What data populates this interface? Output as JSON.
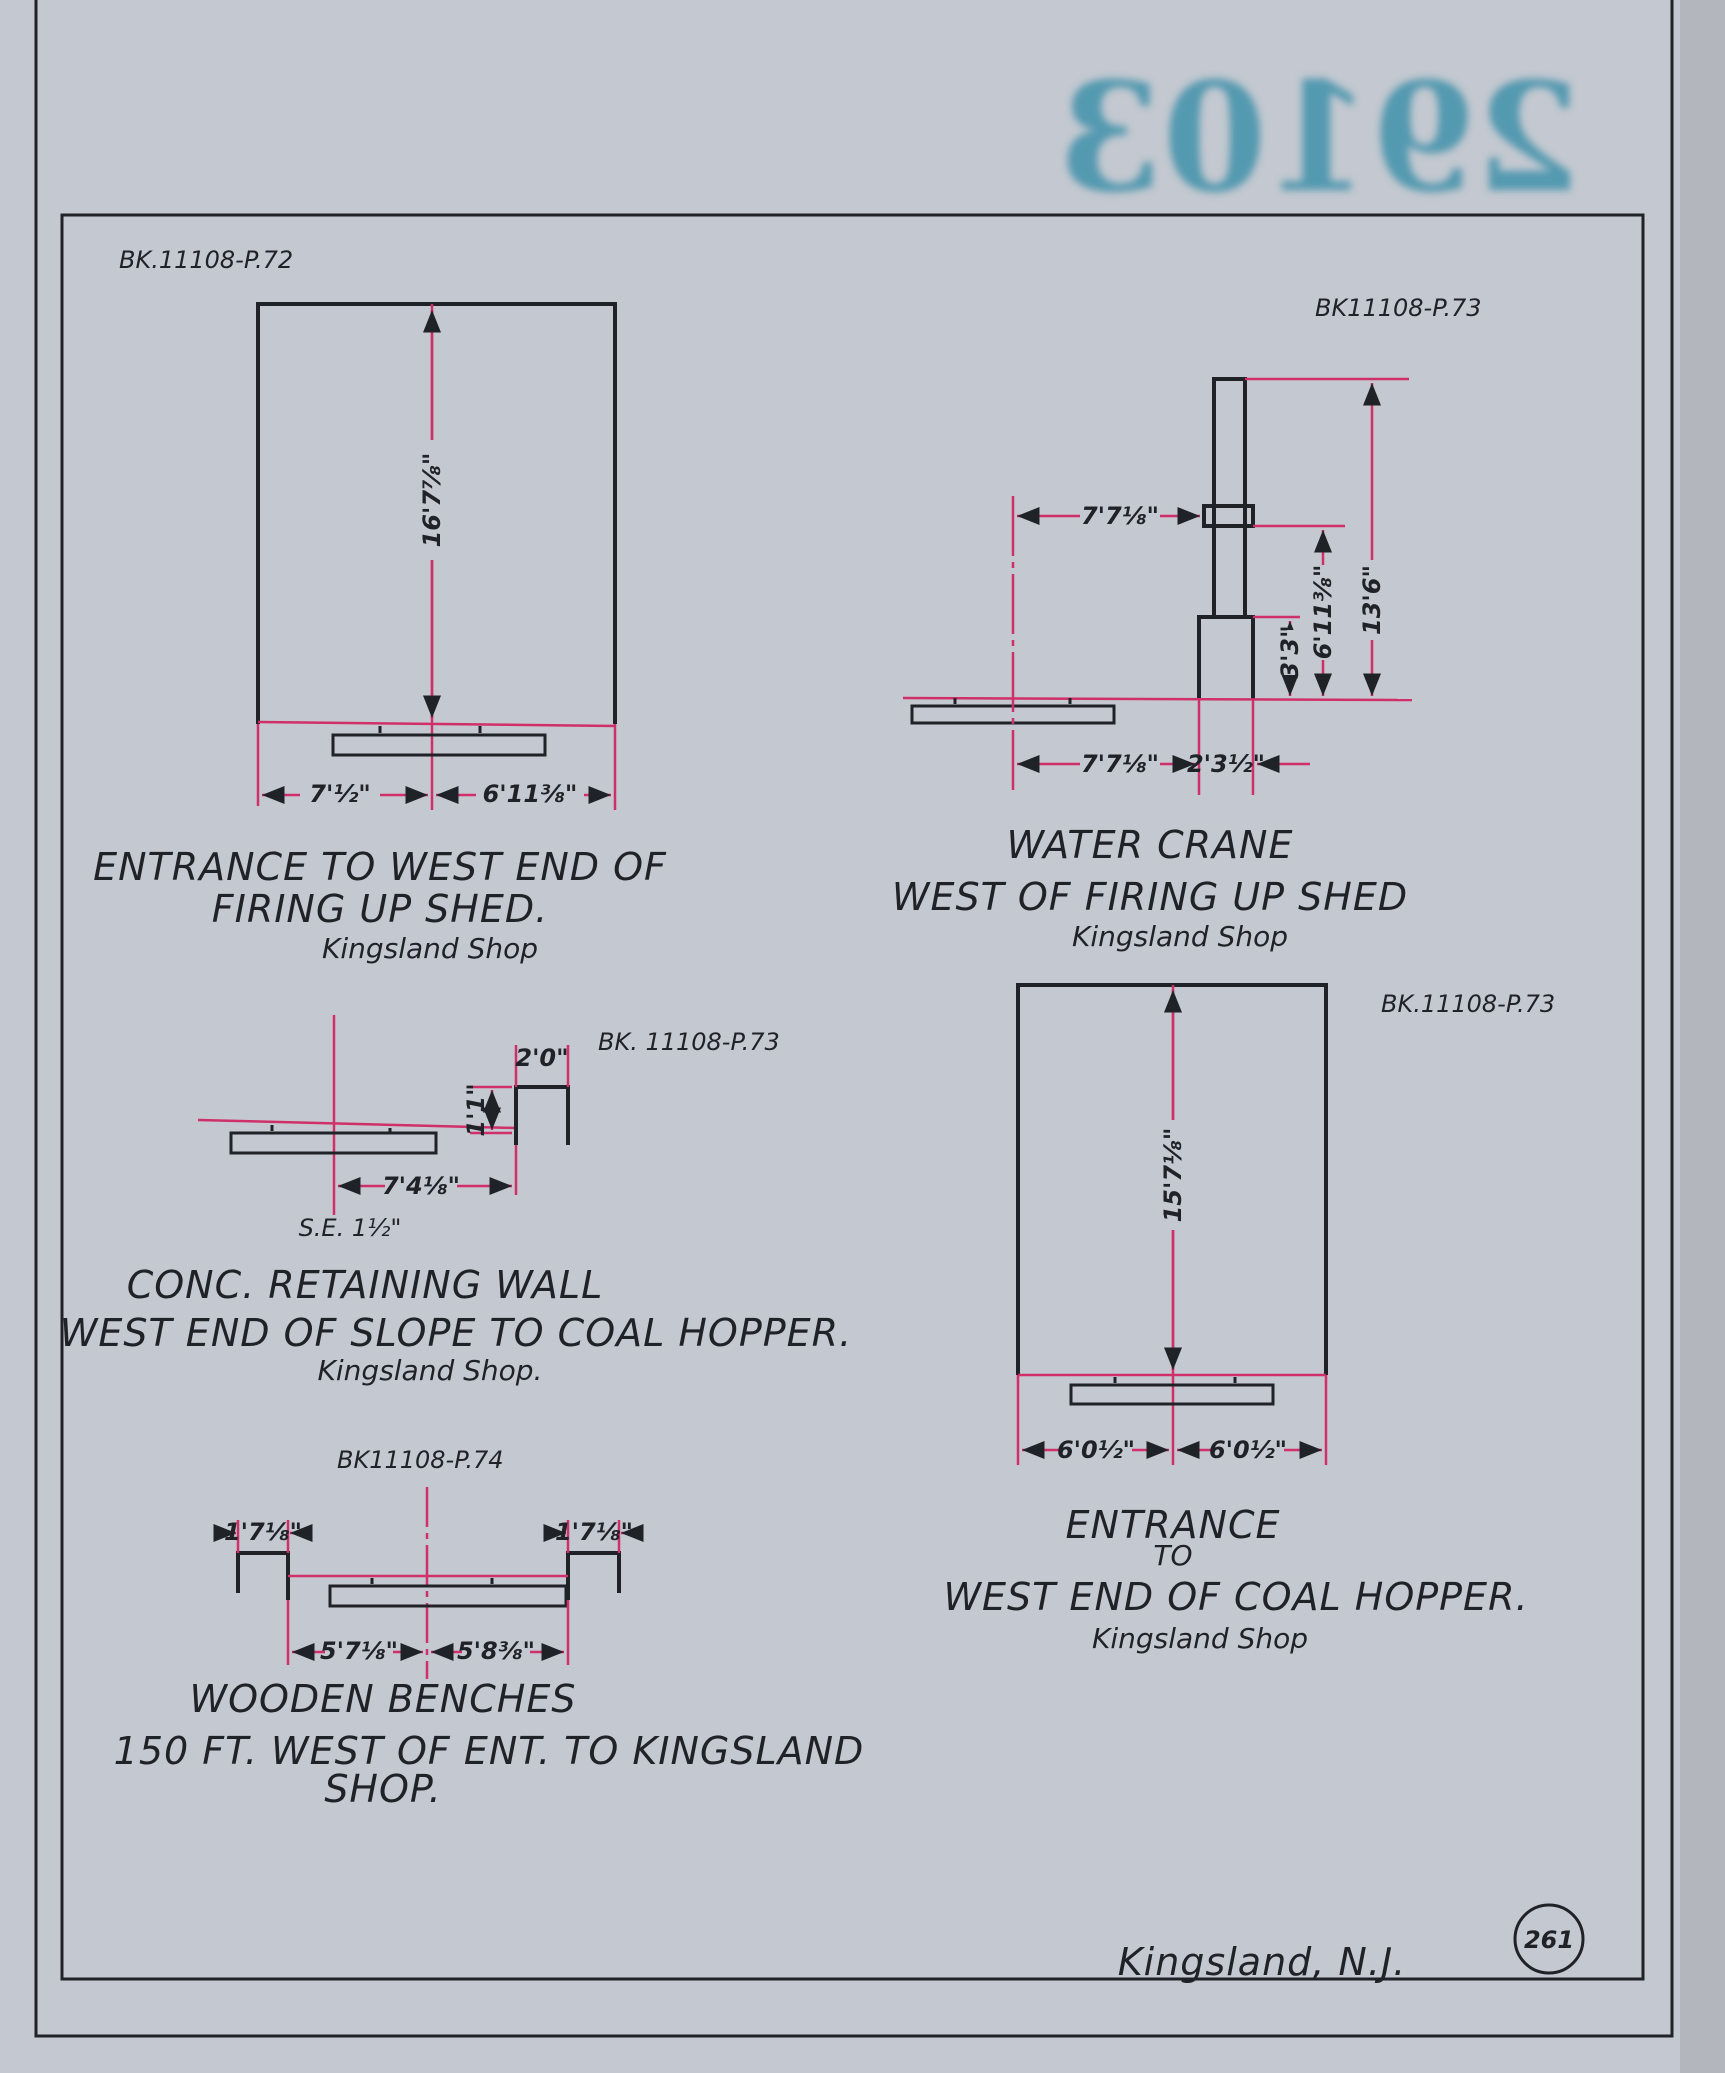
{
  "sheet": {
    "stamp": "29103",
    "location": "Kingsland, N.J.",
    "sheet_number": "261",
    "colors": {
      "paper": "#c4c8d0",
      "ink": "#1f2327",
      "dimension": "#d0306a",
      "stamp": "#2f8aa6"
    }
  },
  "drawings": {
    "firing_shed": {
      "ref": "BK.11108-P.72",
      "height": "16'7⅞\"",
      "left_width": "7'½\"",
      "right_width": "6'11⅜\"",
      "title1": "ENTRANCE TO WEST END OF",
      "title2": "FIRING UP SHED.",
      "subtitle": "Kingsland Shop"
    },
    "water_crane": {
      "ref": "BK11108-P.73",
      "top_offset": "7'7⅛\"",
      "bottom_offset": "7'7⅛\"",
      "base_width": "2'3½\"",
      "total_height": "13'6\"",
      "collar_height": "6'11⅜\"",
      "base_height": "3'3\"",
      "title1": "WATER CRANE",
      "title2": "WEST OF FIRING UP SHED",
      "subtitle": "Kingsland Shop"
    },
    "retaining_wall": {
      "ref": "BK. 11108-P.73",
      "wall_width": "2'0\"",
      "wall_height": "1'1\"",
      "offset": "7'4⅛\"",
      "superelevation": "S.E. 1½\"",
      "title1": "CONC. RETAINING WALL",
      "title2": "WEST END OF SLOPE TO COAL HOPPER.",
      "subtitle": "Kingsland Shop."
    },
    "benches": {
      "ref": "BK11108-P.74",
      "left_bench": "1'7⅛\"",
      "right_bench": "1'7⅛\"",
      "left_offset": "5'7⅛\"",
      "right_offset": "5'8⅜\"",
      "title1": "WOODEN BENCHES",
      "title2": "150 FT. WEST OF ENT. TO KINGSLAND",
      "title3": "SHOP."
    },
    "coal_hopper": {
      "ref": "BK.11108-P.73",
      "height": "15'7⅛\"",
      "left_width": "6'0½\"",
      "right_width": "6'0½\"",
      "title1": "ENTRANCE",
      "title2": "TO",
      "title3": "WEST END OF COAL HOPPER.",
      "subtitle": "Kingsland Shop"
    }
  }
}
